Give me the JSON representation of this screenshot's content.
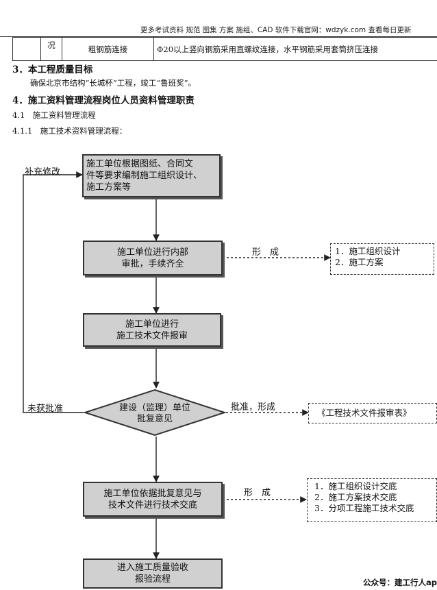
{
  "header": {
    "text": "更多考试资料 规范 图集 方案 施组、CAD 软件下载官网：wdzyk.com 查看每日更新"
  },
  "table": {
    "cell1": "况",
    "cell2": "粗钢筋连接",
    "cell3": "Φ20以上竖向钢筋采用直螺纹连接，水平钢筋采用套筒挤压连接"
  },
  "section3": {
    "title": "3．本工程质量目标",
    "body": "确保北京市结构“长城杯”工程，竣工“鲁班奖”。"
  },
  "section4": {
    "title": "4．施工资料管理流程岗位人员资料管理职责",
    "sub1": "4.1　施工资料管理流程",
    "sub2": "4.1.1　施工技术资料管理流程："
  },
  "flow": {
    "box1": [
      "施工单位根据图纸、合同文",
      "件等要求编制施工组织设计、",
      "施工方案等"
    ],
    "box2": [
      "施工单位进行内部",
      "审批，手续齐全"
    ],
    "box3": [
      "施工单位进行",
      "施工技术文件报审"
    ],
    "diamond": [
      "建设（监理）单位",
      "批复意见"
    ],
    "box4": [
      "施工单位依据批复意见与",
      "技术文件进行技术交底"
    ],
    "box5": [
      "进入施工质量验收",
      "报验流程"
    ],
    "label_supplement": "补充修改",
    "label_rejected": "未获批准",
    "label_form1": "形　成",
    "label_approved": "批准，形成",
    "label_form2": "形　成",
    "out1": [
      "1．施工组织设计",
      "2．施工方案"
    ],
    "out2": [
      "《工程技术文件报审表》"
    ],
    "out3": [
      "1．施工组织设计交底",
      "2．施工方案技术交底",
      "3．分项工程施工技术交底"
    ]
  },
  "footer": {
    "text": "公众号：建工行人app"
  }
}
